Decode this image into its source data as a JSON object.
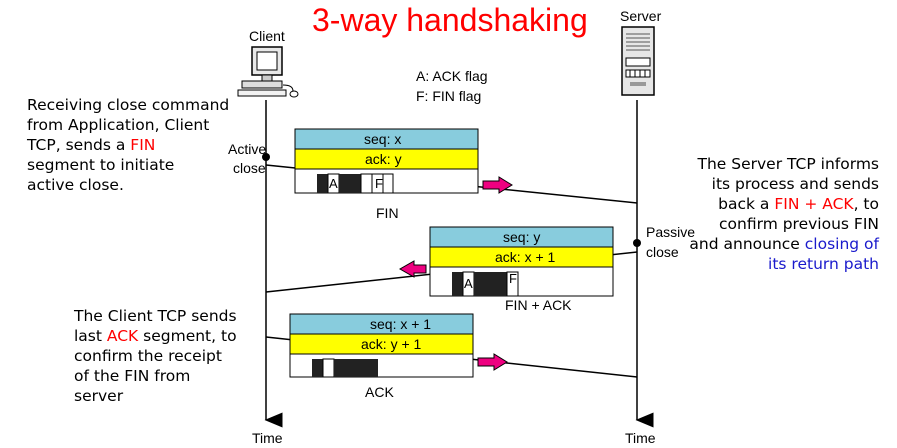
{
  "title": "3-way handshaking",
  "client_label": "Client",
  "server_label": "Server",
  "legend": {
    "ack": "A: ACK flag",
    "fin": "F: FIN flag"
  },
  "client_active_close": [
    "Active",
    "close"
  ],
  "server_passive_close": [
    "Passive",
    "close"
  ],
  "time_label_left": "Time",
  "time_label_right": "Time",
  "note_client_close": {
    "line1": "Receiving close command",
    "line2": "from Application,  Client",
    "line3_pre": "TCP, sends a ",
    "line3_hl": "FIN",
    "line4": "segment to initiate",
    "line5": "active close."
  },
  "note_server": {
    "line1": "The Server TCP informs",
    "line2": "its process and sends",
    "line3_pre": "back a ",
    "line3_hl": "FIN + ACK",
    "line3_post": ", to",
    "line4": "confirm previous FIN",
    "line5_pre": "and announce ",
    "line5_hl": "closing of",
    "line6_hl": "its return path"
  },
  "note_client_ack": {
    "line1": "The Client TCP sends",
    "line2_pre": "last ",
    "line2_hl": "ACK",
    "line2_post": " segment, to",
    "line3": "confirm the receipt",
    "line4": "of the FIN from",
    "line5": "server"
  },
  "segments": [
    {
      "seq": "seq: x",
      "ack": "ack: y",
      "flags": [
        "A",
        "F"
      ],
      "caption": "FIN"
    },
    {
      "seq": "seq: y",
      "ack": "ack: x + 1",
      "flags": [
        "A",
        "F"
      ],
      "caption": "FIN + ACK"
    },
    {
      "seq": "seq: x + 1",
      "ack": "ack: y + 1",
      "flags": [],
      "caption": "ACK"
    }
  ],
  "colors": {
    "seq_band": "#88ccdd",
    "ack_band": "#ffff00",
    "arrow": "#ee0080",
    "title": "#ff0000",
    "highlight_red": "#ff0000",
    "highlight_blue": "#1a1acc"
  }
}
